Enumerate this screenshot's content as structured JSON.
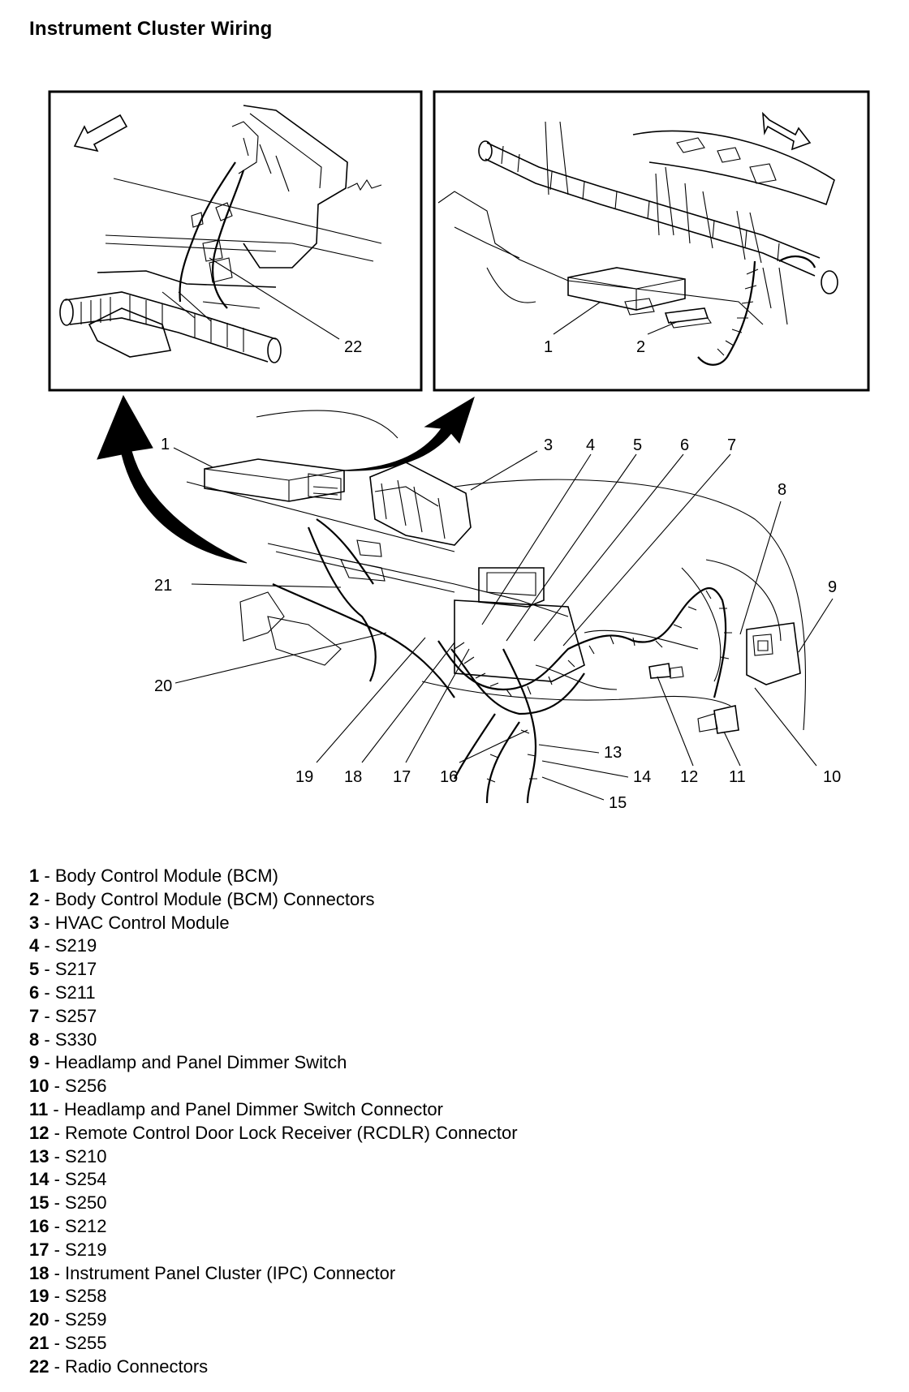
{
  "title": "Instrument Cluster Wiring",
  "inset_left": {
    "callouts": [
      "22"
    ]
  },
  "inset_right": {
    "callouts": [
      "1",
      "2"
    ]
  },
  "main_view": {
    "callouts": [
      "1",
      "3",
      "4",
      "5",
      "6",
      "7",
      "8",
      "9",
      "21",
      "20",
      "19",
      "18",
      "17",
      "16",
      "13",
      "14",
      "15",
      "12",
      "11",
      "10"
    ]
  },
  "legend": [
    {
      "num": "1",
      "sep": " - ",
      "text": "Body Control Module (BCM)"
    },
    {
      "num": "2",
      "sep": " - ",
      "text": "Body Control Module (BCM) Connectors"
    },
    {
      "num": "3",
      "sep": " - ",
      "text": "HVAC Control Module"
    },
    {
      "num": "4",
      "sep": " - ",
      "text": "S219"
    },
    {
      "num": "5",
      "sep": " - ",
      "text": "S217"
    },
    {
      "num": "6",
      "sep": " - ",
      "text": "S211"
    },
    {
      "num": "7",
      "sep": " - ",
      "text": "S257"
    },
    {
      "num": "8",
      "sep": " - ",
      "text": "S330"
    },
    {
      "num": "9",
      "sep": " - ",
      "text": "Headlamp and Panel Dimmer Switch"
    },
    {
      "num": "10",
      "sep": " - ",
      "text": "S256"
    },
    {
      "num": "11",
      "sep": " - ",
      "text": "Headlamp and Panel Dimmer Switch Connector"
    },
    {
      "num": "12",
      "sep": " - ",
      "text": "Remote Control Door Lock Receiver (RCDLR) Connector"
    },
    {
      "num": "13",
      "sep": " - ",
      "text": "S210"
    },
    {
      "num": "14",
      "sep": " - ",
      "text": "S254"
    },
    {
      "num": "15",
      "sep": " - ",
      "text": "S250"
    },
    {
      "num": "16",
      "sep": " - ",
      "text": "S212"
    },
    {
      "num": "17",
      "sep": " - ",
      "text": "S219"
    },
    {
      "num": "18",
      "sep": " - ",
      "text": "Instrument Panel Cluster (IPC) Connector"
    },
    {
      "num": "19",
      "sep": " - ",
      "text": "S258"
    },
    {
      "num": "20",
      "sep": " - ",
      "text": "S259"
    },
    {
      "num": "21",
      "sep": " - ",
      "text": "S255"
    },
    {
      "num": "22",
      "sep": " - ",
      "text": "Radio Connectors"
    }
  ]
}
